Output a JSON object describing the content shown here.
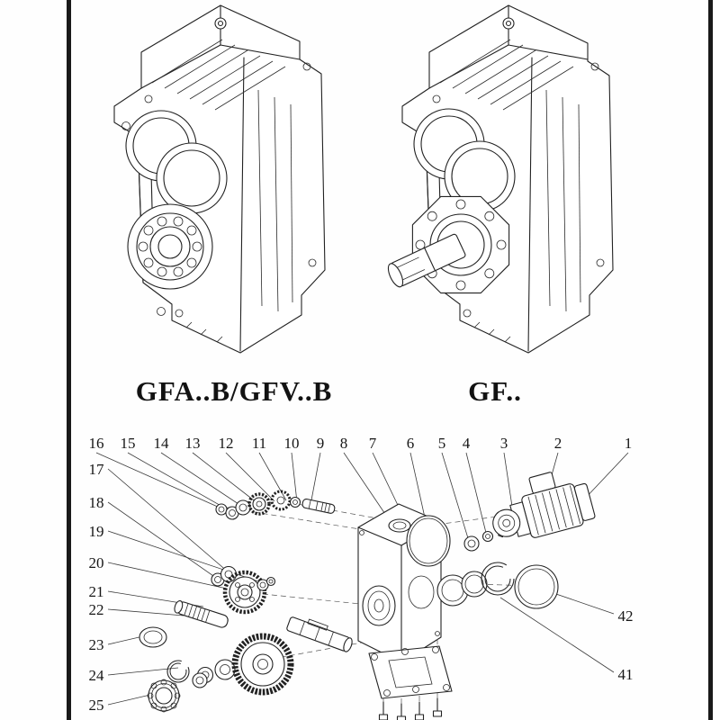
{
  "figures": {
    "left_caption": "GFA..B/GFV..B",
    "right_caption": "GF.."
  },
  "exploded": {
    "top_row": [
      "16",
      "15",
      "14",
      "13",
      "12",
      "11",
      "10",
      "9",
      "8",
      "7",
      "6",
      "5",
      "4",
      "3",
      "2",
      "1"
    ],
    "left_col": [
      "17",
      "18",
      "19",
      "20",
      "21",
      "22",
      "23",
      "24",
      "25"
    ],
    "right_col": [
      "42",
      "41"
    ]
  },
  "colors": {
    "line": "#222222",
    "background": "#ffffff",
    "edge_bar": "#191919"
  }
}
